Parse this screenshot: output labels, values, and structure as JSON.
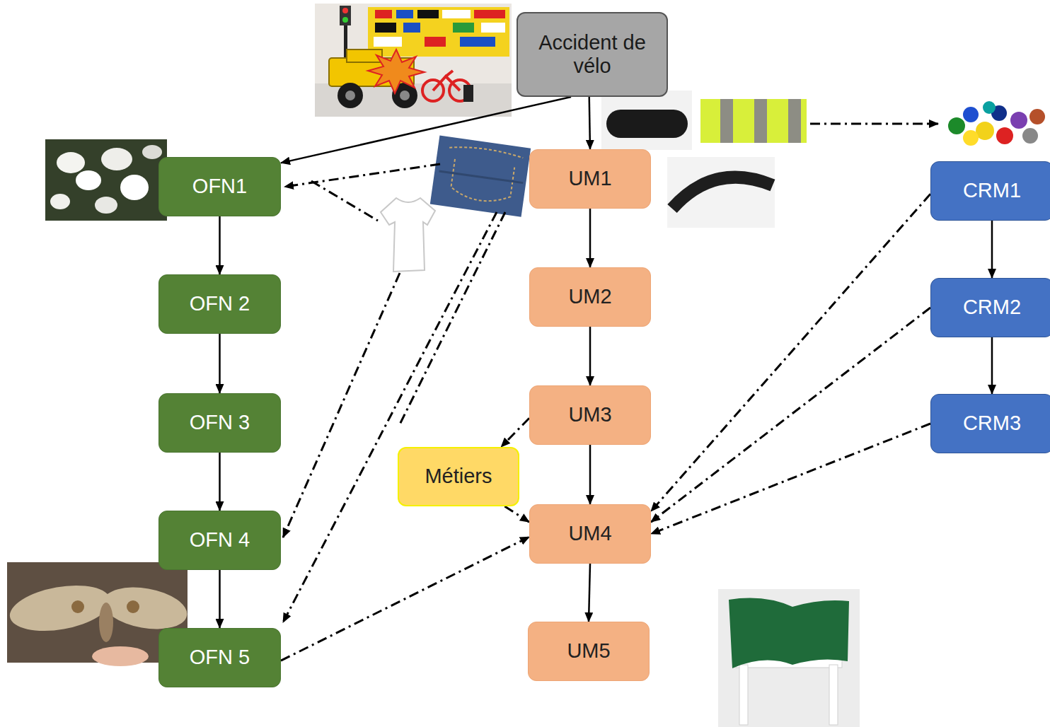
{
  "diagram": {
    "nodes": [
      {
        "text": [
          "Accident de vélo"
        ]
      },
      {
        "text": [
          "OFN1"
        ]
      },
      {
        "text": [
          "OFN 2"
        ]
      },
      {
        "text": [
          "OFN 3"
        ]
      },
      {
        "text": [
          "OFN 4"
        ]
      },
      {
        "text": [
          "OFN 5"
        ]
      },
      {
        "text": [
          "UM1"
        ]
      },
      {
        "text": [
          "UM2"
        ]
      },
      {
        "text": [
          "UM3"
        ]
      },
      {
        "text": [
          "Métiers"
        ]
      },
      {
        "text": [
          "UM4"
        ]
      },
      {
        "text": [
          "UM5"
        ]
      },
      {
        "text": [
          "CRM1"
        ]
      },
      {
        "text": [
          "CRM2"
        ]
      },
      {
        "text": [
          "CRM3"
        ]
      }
    ],
    "edges": [
      {
        "from": 0,
        "to": 1,
        "arrow": "to"
      },
      {
        "from": 0,
        "to": 6,
        "arrow": "to"
      },
      {
        "from": 1,
        "to": 2,
        "arrow": "to"
      },
      {
        "from": 2,
        "to": 3,
        "arrow": "to"
      },
      {
        "from": 3,
        "to": 4,
        "arrow": "to"
      },
      {
        "from": 4,
        "to": 5,
        "arrow": "to"
      },
      {
        "from": 6,
        "to": 7,
        "arrow": "to"
      },
      {
        "from": 7,
        "to": 8,
        "arrow": "to"
      },
      {
        "from": 8,
        "to": 10,
        "arrow": "to"
      },
      {
        "from": 10,
        "to": 11,
        "arrow": "to"
      },
      {
        "from": 12,
        "to": 13,
        "arrow": "to"
      },
      {
        "from": 13,
        "to": 14,
        "arrow": "to"
      },
      {
        "from": 12,
        "to": 10,
        "arrow": "to"
      },
      {
        "from": 13,
        "to": 10,
        "arrow": "to"
      },
      {
        "from": 14,
        "to": 10,
        "arrow": "to"
      },
      {
        "from": 8,
        "to": 9,
        "arrow": "to"
      },
      {
        "from": 9,
        "to": 10,
        "arrow": "to"
      },
      {
        "from": 5,
        "to": 10,
        "arrow": "to"
      }
    ]
  }
}
